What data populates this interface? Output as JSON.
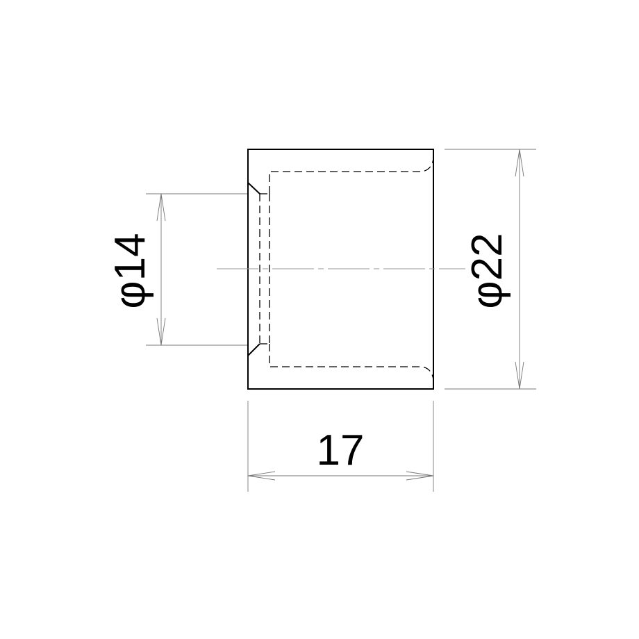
{
  "dimensions": {
    "inner_diameter": "φ14",
    "outer_diameter": "φ22",
    "length": "17"
  }
}
